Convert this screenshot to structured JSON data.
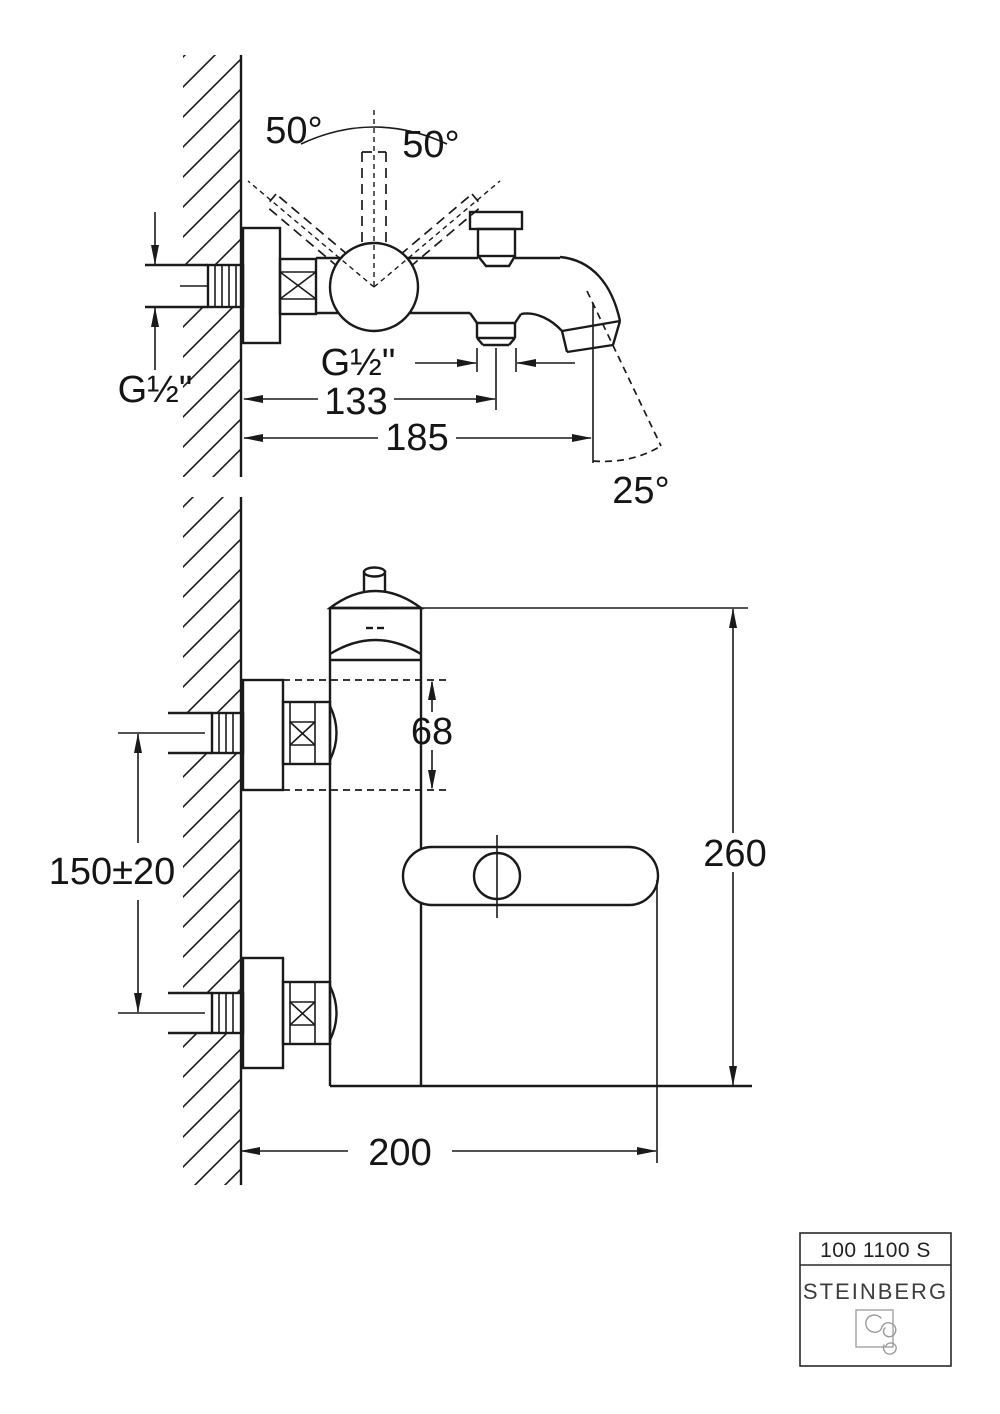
{
  "top_view": {
    "handle_angle_left": "50°",
    "handle_angle_right": "50°",
    "wall_thread_label": "G½\"",
    "outlet_thread_label": "G½\"",
    "dim_wall_to_handshower_outlet": "133",
    "dim_wall_to_spout_tip": "185",
    "spray_angle": "25°"
  },
  "front_view": {
    "dim_body_to_flange": "68",
    "dim_overall_height": "260",
    "dim_connection_centers": "150±20",
    "dim_wall_to_handle_tip": "200"
  },
  "title_block": {
    "model": "100 1100 S",
    "brand": "STEINBERG",
    "logo_icon": "steinberg-swirl-icon"
  },
  "colors": {
    "line": "#1a1a1a",
    "logo_gray": "#9a9a9a",
    "background": "#ffffff"
  }
}
